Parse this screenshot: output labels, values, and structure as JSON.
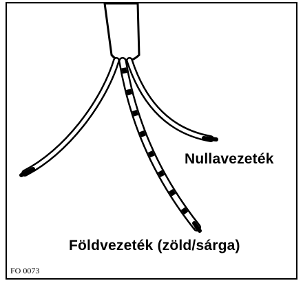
{
  "figure": {
    "labels": {
      "neutral_wire": "Nullavezeték",
      "earth_wire": "Földvezeték (zöld/sárga)"
    },
    "figure_code": "FO 0073"
  },
  "colors": {
    "line": "#000000",
    "background": "#ffffff"
  }
}
